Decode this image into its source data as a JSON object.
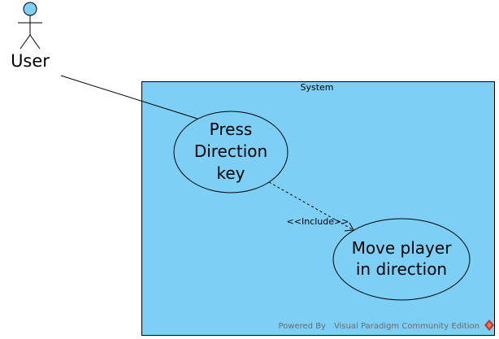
{
  "actor": {
    "label": "User"
  },
  "system": {
    "title": "System"
  },
  "use_cases": [
    {
      "id": "press-direction-key",
      "lines": [
        "Press",
        "Direction",
        "key"
      ]
    },
    {
      "id": "move-player",
      "lines": [
        "Move player",
        "in direction"
      ]
    }
  ],
  "relationships": {
    "include_label": "<<Include>>"
  },
  "watermark": {
    "text": "Powered By Visual Paradigm Community Edition"
  },
  "colors": {
    "boundary_fill": "#7dcff5",
    "actor_head_fill": "#7dcff5",
    "stroke": "#000000",
    "watermark_text": "#6b6b6b",
    "logo_red": "#c0392b"
  }
}
